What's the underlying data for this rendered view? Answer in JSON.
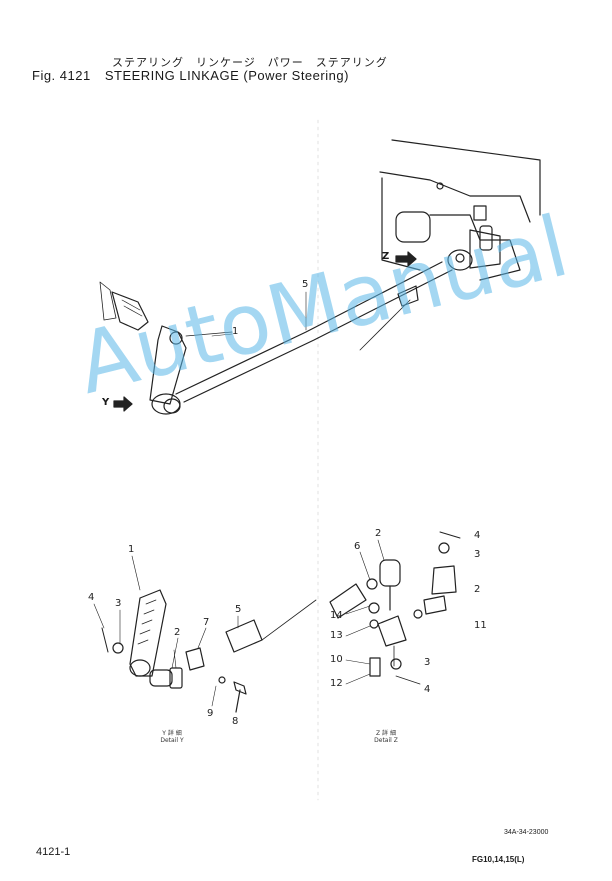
{
  "header": {
    "japanese_title": "ステアリング　リンケージ　パワー　ステアリング",
    "figure_number": "Fig. 4121",
    "title": "STEERING LINKAGE (Power Steering)"
  },
  "watermark": "AutoManual",
  "view_labels": {
    "y": "Y",
    "z": "Z"
  },
  "upper_callouts": {
    "rod": "5",
    "arm": "1"
  },
  "detail_y": {
    "caption_jp": "Y 詳 細",
    "caption_en": "Detail Y",
    "callouts": {
      "arm": "1",
      "pin": "4",
      "nut": "3",
      "joint": "2",
      "clamp": "7",
      "tube": "5",
      "washer": "9",
      "bolt": "8"
    }
  },
  "detail_z": {
    "caption_jp": "Z 詳 細",
    "caption_en": "Detail Z",
    "callouts": {
      "joint_top": "2",
      "tube_nut": "6",
      "pin": "4",
      "nut_top": "3",
      "joint_right": "2",
      "ring14": "14",
      "ring13": "13",
      "nut11": "11",
      "clamp": "10",
      "nut_low": "3",
      "bolt": "12",
      "pin_low": "4"
    }
  },
  "footer": {
    "page": "4121-1",
    "part_code": "34A-34-23000",
    "model": "FG10,14,15(L)"
  }
}
